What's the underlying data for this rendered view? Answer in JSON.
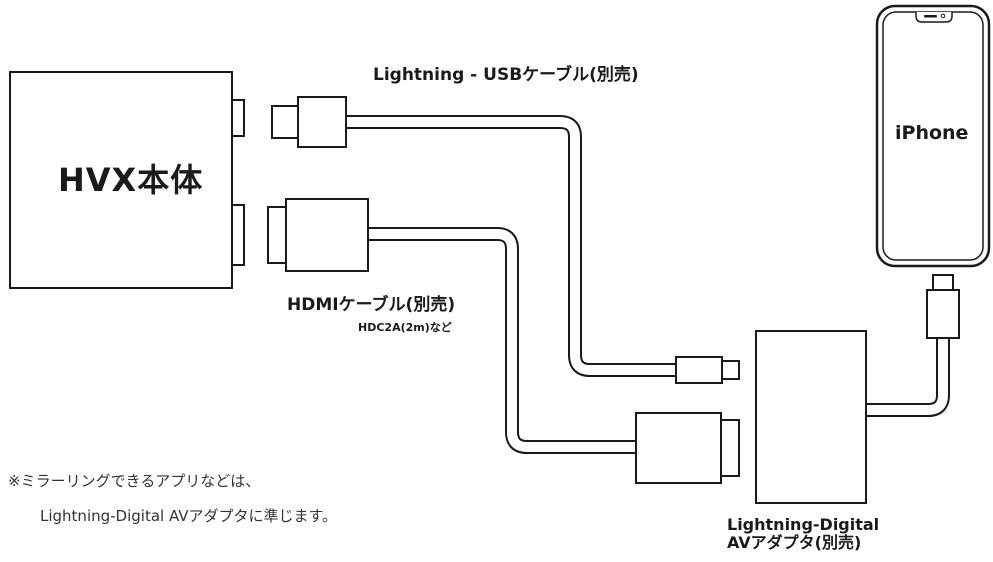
{
  "devices": {
    "hvx_body": "HVX本体",
    "iphone": "iPhone"
  },
  "cables": {
    "usb_label": "Lightning - USBケーブル(別売)",
    "hdmi_label": "HDMIケーブル(別売)",
    "hdmi_model": "HDC2A(2m)など"
  },
  "adapter": {
    "line1": "Lightning-Digital",
    "line2": "AVアダプタ(別売)"
  },
  "note": {
    "line1": "※ミラーリングできるアプリなどは、",
    "line2": "Lightning-Digital AVアダプタに準じます。"
  }
}
